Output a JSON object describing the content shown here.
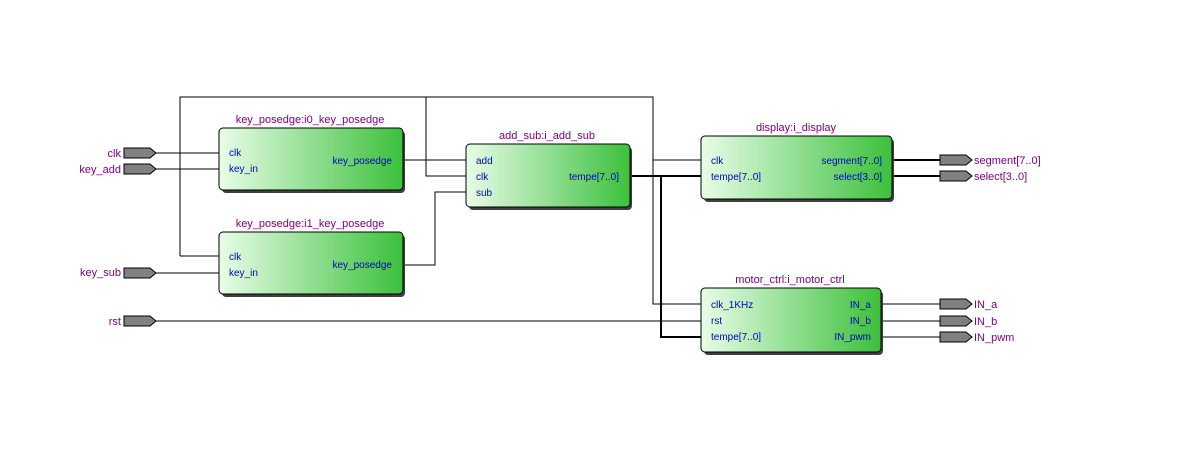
{
  "inputs": {
    "clk": "clk",
    "key_add": "key_add",
    "key_sub": "key_sub",
    "rst": "rst"
  },
  "outputs": {
    "segment": "segment[7..0]",
    "select": "select[3..0]",
    "in_a": "IN_a",
    "in_b": "IN_b",
    "in_pwm": "IN_pwm"
  },
  "blocks": {
    "key0": {
      "title": "key_posedge:i0_key_posedge",
      "in": [
        "clk",
        "key_in"
      ],
      "out": [
        "key_posedge"
      ]
    },
    "key1": {
      "title": "key_posedge:i1_key_posedge",
      "in": [
        "clk",
        "key_in"
      ],
      "out": [
        "key_posedge"
      ]
    },
    "addsub": {
      "title": "add_sub:i_add_sub",
      "in": [
        "add",
        "clk",
        "sub"
      ],
      "out": [
        "tempe[7..0]"
      ]
    },
    "display": {
      "title": "display:i_display",
      "in": [
        "clk",
        "tempe[7..0]"
      ],
      "out": [
        "segment[7..0]",
        "select[3..0]"
      ]
    },
    "motor": {
      "title": "motor_ctrl:i_motor_ctrl",
      "in": [
        "clk_1KHz",
        "rst",
        "tempe[7..0]"
      ],
      "out": [
        "IN_a",
        "IN_b",
        "IN_pwm"
      ]
    }
  },
  "colors": {
    "block_light": "#e8fde8",
    "block_dark": "#3cc03c",
    "title": "#800080",
    "port": "#0000cc",
    "pin_fill": "#808080"
  }
}
